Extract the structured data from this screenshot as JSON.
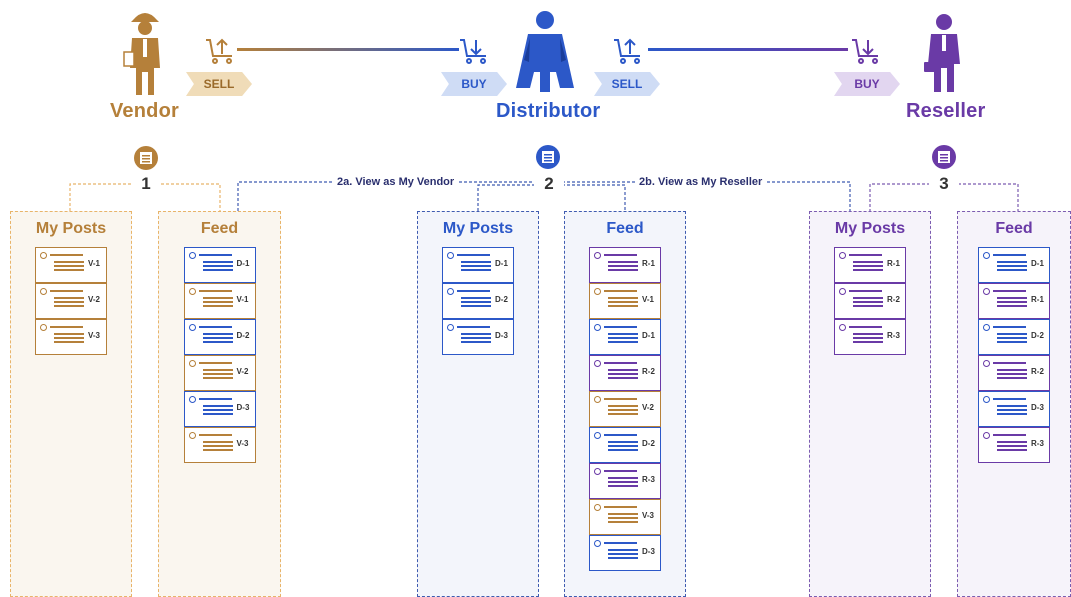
{
  "colors": {
    "vendor": "#b5803a",
    "distributor": "#2c58c8",
    "reseller": "#6a3aa6",
    "vendor_bg": "#faf6ef",
    "distributor_bg": "#f3f5fb",
    "reseller_bg": "#f6f3fa",
    "vendor_border": "#e8b46a",
    "distributor_border": "#3f5bb0",
    "reseller_border": "#7c5cb0"
  },
  "roles": {
    "vendor": {
      "label": "Vendor",
      "icon": "person-hardhat-icon",
      "number": "1"
    },
    "distributor": {
      "label": "Distributor",
      "icon": "person-superhero-icon",
      "number": "2"
    },
    "reseller": {
      "label": "Reseller",
      "icon": "person-businessman-icon",
      "number": "3"
    }
  },
  "transactions": {
    "vendor_sell": "SELL",
    "distributor_buy": "BUY",
    "distributor_sell": "SELL",
    "reseller_buy": "BUY"
  },
  "links": {
    "view_as_vendor": "2a. View as My Vendor",
    "view_as_reseller": "2b. View as My Reseller"
  },
  "panels": {
    "vendor_posts": {
      "title": "My Posts",
      "role": "vendor",
      "cards": [
        {
          "id": "V-1",
          "role": "vendor"
        },
        {
          "id": "V-2",
          "role": "vendor"
        },
        {
          "id": "V-3",
          "role": "vendor"
        }
      ]
    },
    "vendor_feed": {
      "title": "Feed",
      "role": "vendor",
      "cards": [
        {
          "id": "D-1",
          "role": "distributor"
        },
        {
          "id": "V-1",
          "role": "vendor"
        },
        {
          "id": "D-2",
          "role": "distributor"
        },
        {
          "id": "V-2",
          "role": "vendor"
        },
        {
          "id": "D-3",
          "role": "distributor"
        },
        {
          "id": "V-3",
          "role": "vendor"
        }
      ]
    },
    "distributor_posts": {
      "title": "My Posts",
      "role": "distributor",
      "cards": [
        {
          "id": "D-1",
          "role": "distributor"
        },
        {
          "id": "D-2",
          "role": "distributor"
        },
        {
          "id": "D-3",
          "role": "distributor"
        }
      ]
    },
    "distributor_feed": {
      "title": "Feed",
      "role": "distributor",
      "cards": [
        {
          "id": "R-1",
          "role": "reseller"
        },
        {
          "id": "V-1",
          "role": "vendor"
        },
        {
          "id": "D-1",
          "role": "distributor"
        },
        {
          "id": "R-2",
          "role": "reseller"
        },
        {
          "id": "V-2",
          "role": "vendor"
        },
        {
          "id": "D-2",
          "role": "distributor"
        },
        {
          "id": "R-3",
          "role": "reseller"
        },
        {
          "id": "V-3",
          "role": "vendor"
        },
        {
          "id": "D-3",
          "role": "distributor"
        }
      ]
    },
    "reseller_posts": {
      "title": "My Posts",
      "role": "reseller",
      "cards": [
        {
          "id": "R-1",
          "role": "reseller"
        },
        {
          "id": "R-2",
          "role": "reseller"
        },
        {
          "id": "R-3",
          "role": "reseller"
        }
      ]
    },
    "reseller_feed": {
      "title": "Feed",
      "role": "reseller",
      "cards": [
        {
          "id": "D-1",
          "role": "distributor"
        },
        {
          "id": "R-1",
          "role": "reseller"
        },
        {
          "id": "D-2",
          "role": "distributor"
        },
        {
          "id": "R-2",
          "role": "reseller"
        },
        {
          "id": "D-3",
          "role": "distributor"
        },
        {
          "id": "R-3",
          "role": "reseller"
        }
      ]
    }
  }
}
